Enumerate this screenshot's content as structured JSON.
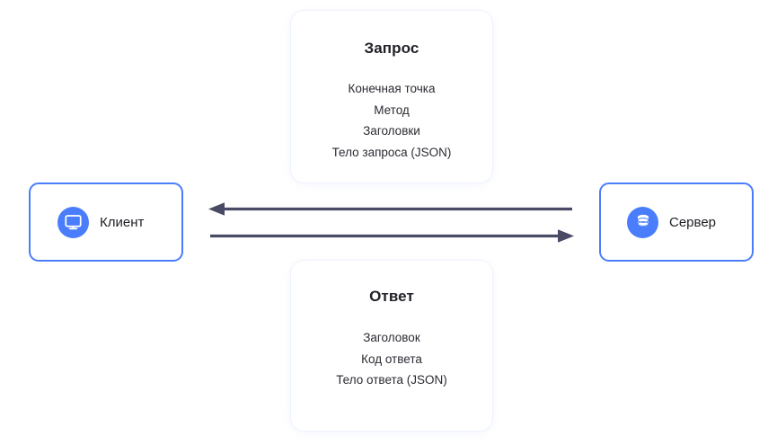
{
  "diagram": {
    "title": "Client-Server request/response diagram",
    "background_color": "#ffffff",
    "accent_color": "#4a7dfc",
    "arrow_color": "#4a4a66",
    "text_color": "#212127"
  },
  "nodes": {
    "client": {
      "label": "Клиент",
      "icon": "monitor-icon"
    },
    "server": {
      "label": "Сервер",
      "icon": "database-icon"
    }
  },
  "cards": {
    "request": {
      "title": "Запрос",
      "items": [
        "Конечная точка",
        "Метод",
        "Заголовки",
        "Тело запроса (JSON)"
      ]
    },
    "response": {
      "title": "Ответ",
      "items": [
        "Заголовок",
        "Код ответа",
        "Тело ответа (JSON)"
      ]
    }
  },
  "arrows": [
    {
      "name": "response-arrow",
      "direction": "server-to-client",
      "color": "#4a4a66"
    },
    {
      "name": "request-arrow",
      "direction": "client-to-server",
      "color": "#4a4a66"
    }
  ]
}
